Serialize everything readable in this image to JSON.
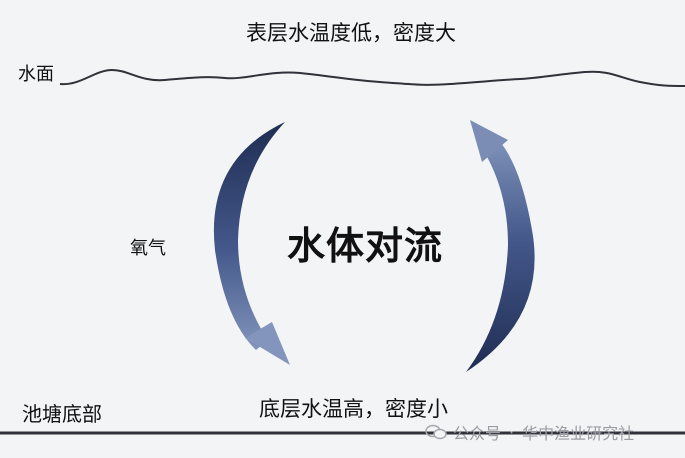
{
  "diagram": {
    "top_caption": "表层水温度低，密度大",
    "surface_label": "水面",
    "oxygen_label": "氧气",
    "center_title": "水体对流",
    "bottom_label": "池塘底部",
    "bottom_caption": "底层水温高，密度小"
  },
  "watermark": {
    "account_type": "公众号",
    "separator": "·",
    "account_name": "华中渔业研究社"
  },
  "colors": {
    "background": "#f3f4f6",
    "line": "#2f3238",
    "arrow_dark": "#223256",
    "arrow_light": "#7e90b6",
    "watermark": "#9a9da3"
  }
}
